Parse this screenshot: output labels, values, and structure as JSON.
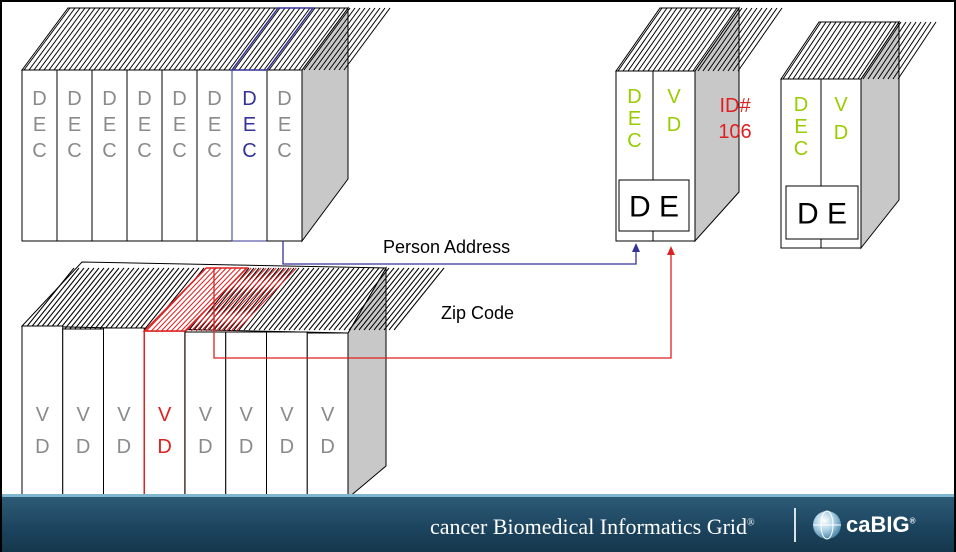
{
  "diagram": {
    "dec_binders": [
      "D\nE\nC",
      "D\nE\nC",
      "D\nE\nC",
      "D\nE\nC",
      "D\nE\nC",
      "D\nE\nC",
      "D\nE\nC",
      "D\nE\nC"
    ],
    "vd_binders": [
      "V\nD",
      "V\nD",
      "V\nD",
      "V\nD",
      "V\nD",
      "V\nD",
      "V\nD",
      "V\nD"
    ],
    "highlight_dec_index": 6,
    "highlight_vd_index": 3,
    "de_box_1": {
      "dec": "D\nE\nC",
      "vd": "V\nD",
      "id": "ID#\n106",
      "de": "D E"
    },
    "de_box_2": {
      "dec": "D\nE\nC",
      "vd": "V\nD",
      "de": "D E"
    },
    "link_person_address": "Person Address",
    "link_zip_code": "Zip Code"
  },
  "colors": {
    "gray_text": "#8a8a8a",
    "dec_highlight": "#333399",
    "vd_highlight": "#dd2222",
    "green_text": "#99cc00",
    "id_red": "#e02020",
    "arrow_blue": "#333399",
    "arrow_red": "#dd2222"
  },
  "footer": {
    "brand": "cancer Biomedical Informatics Grid",
    "brand_mark": "®",
    "logo": "caBIG",
    "logo_mark": "®",
    "logo_icon": "globe-icon"
  }
}
